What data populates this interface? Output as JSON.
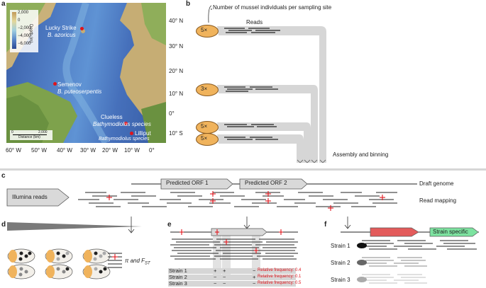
{
  "panels": {
    "a": "a",
    "b": "b",
    "c": "c",
    "d": "d",
    "e": "e",
    "f": "f"
  },
  "panel_a": {
    "legend_ticks": [
      "2,000",
      "0",
      "−2,000",
      "−4,000",
      "−6,000"
    ],
    "legend_axis": "Depth (m)",
    "scale_label": "Distance (km)",
    "scale_zero": "0",
    "scale_value": "2,000",
    "lat_labels": [
      "40° N",
      "30° N",
      "20° N",
      "10° N",
      "0°",
      "10° S"
    ],
    "lon_labels": [
      "60° W",
      "50° W",
      "40° W",
      "30° W",
      "20° W",
      "10° W",
      "0°"
    ],
    "sites": [
      {
        "name": "Lucky Strike",
        "species": "B. azoricus"
      },
      {
        "name": "Semenov",
        "species": "B. puteoserpentis"
      },
      {
        "name": "Clueless",
        "species": "Bathymodiolus species"
      },
      {
        "name": "Lilliput",
        "species": "Bathymodiolus species"
      }
    ]
  },
  "panel_b": {
    "title": "Number of mussel individuals per sampling site",
    "reads_label": "Reads",
    "counts": [
      "5×",
      "3×",
      "5×",
      "5×"
    ],
    "assembly_label": "Assembly and binning"
  },
  "panel_c": {
    "orf1": "Predicted ORF 1",
    "orf2": "Predicted ORF 2",
    "draft_genome": "Draft genome",
    "illumina": "Illumina reads",
    "read_mapping": "Read mapping"
  },
  "panel_d": {
    "pi_label": "π and F",
    "pi_sub": "ST"
  },
  "panel_e": {
    "strains": [
      {
        "name": "Strain 1",
        "calls": [
          "+",
          "+",
          "−"
        ],
        "freq": "Relative frequency: 0.4"
      },
      {
        "name": "Strain 2",
        "calls": [
          "−",
          "−",
          "+"
        ],
        "freq": "Relative frequency: 0.1"
      },
      {
        "name": "Strain 3",
        "calls": [
          "−",
          "−",
          "−"
        ],
        "freq": "Relative frequency: 0.5"
      }
    ]
  },
  "panel_f": {
    "strain_specific": "Strain specific",
    "strains": [
      "Strain 1",
      "Strain 2",
      "Strain 3"
    ]
  },
  "colors": {
    "red": "#e0141b",
    "gray": "#d6d6d6",
    "orf_gray": "#d9d9d9",
    "orf_red": "#e35b5b",
    "orf_green": "#7de3a0",
    "mussel": "#f0b35c"
  }
}
